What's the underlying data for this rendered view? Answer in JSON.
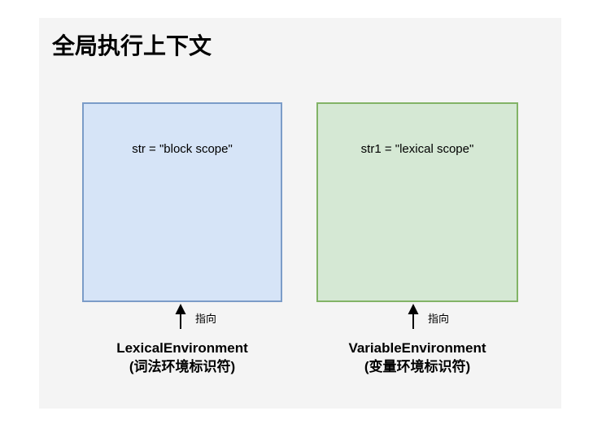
{
  "diagram": {
    "title": "全局执行上下文",
    "background_color": "#ffffff",
    "panel_color": "#f4f4f4",
    "boxes": [
      {
        "id": "lexical-environment",
        "text": "str = \"block scope\"",
        "fill_color": "#d6e4f7",
        "border_color": "#7b9cc8",
        "arrow_label": "指向",
        "caption_line1": "LexicalEnvironment",
        "caption_line2": "(词法环境标识符)"
      },
      {
        "id": "variable-environment",
        "text": "str1 = \"lexical scope\"",
        "fill_color": "#d5e8d4",
        "border_color": "#82b366",
        "arrow_label": "指向",
        "caption_line1": "VariableEnvironment",
        "caption_line2": "(变量环境标识符)"
      }
    ]
  }
}
